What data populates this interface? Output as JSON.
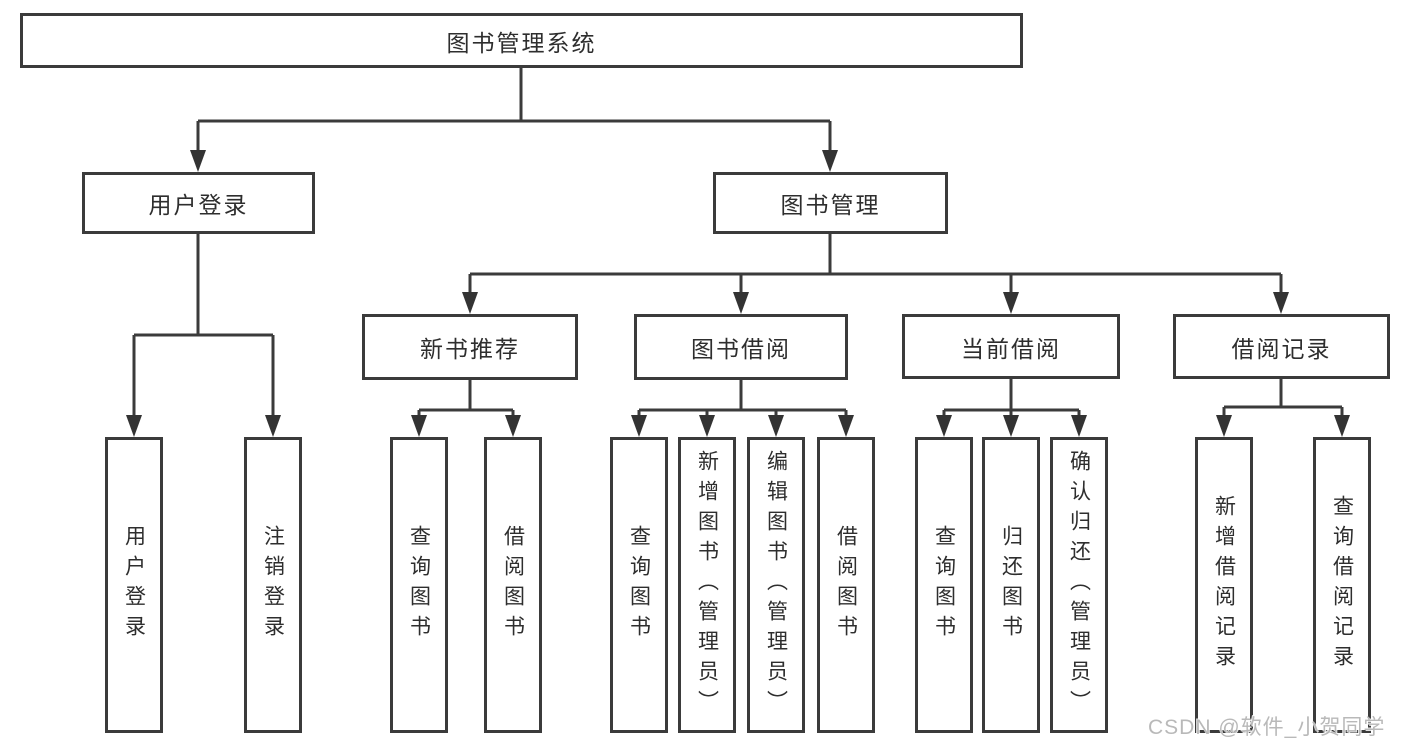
{
  "tree": {
    "root": "图书管理系统",
    "children": [
      {
        "label": "用户登录",
        "children": [
          "用户登录",
          "注销登录"
        ]
      },
      {
        "label": "图书管理",
        "children": [
          {
            "label": "新书推荐",
            "children": [
              "查询图书",
              "借阅图书"
            ]
          },
          {
            "label": "图书借阅",
            "children": [
              "查询图书",
              "新增图书（管理员）",
              "编辑图书（管理员）",
              "借阅图书"
            ]
          },
          {
            "label": "当前借阅",
            "children": [
              "查询图书",
              "归还图书",
              "确认归还（管理员）"
            ]
          },
          {
            "label": "借阅记录",
            "children": [
              "新增借阅记录",
              "查询借阅记录"
            ]
          }
        ]
      }
    ]
  },
  "watermark": "CSDN @软件_小贺同学",
  "colors": {
    "line": "#3b3b3b",
    "text": "#2e2e2e",
    "background": "#ffffff",
    "watermark": "#b9b9b9"
  }
}
